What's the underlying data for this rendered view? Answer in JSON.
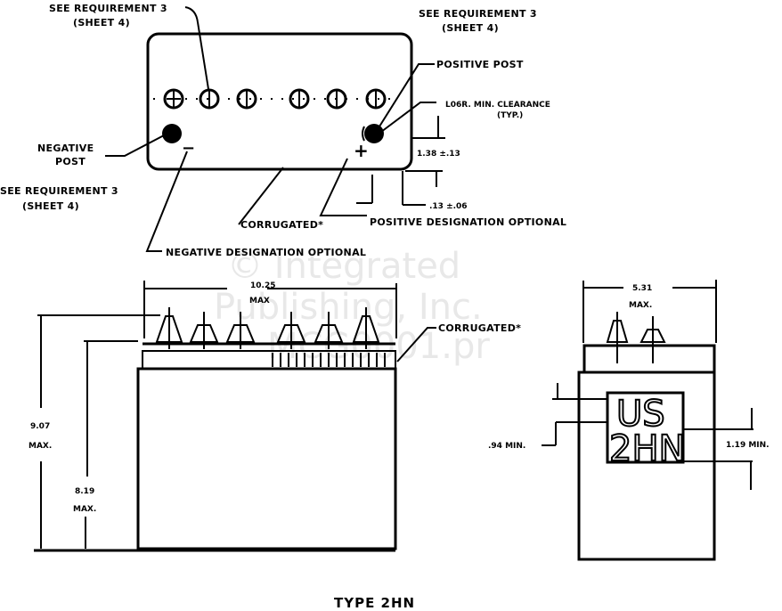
{
  "title": "TYPE 2HN",
  "watermark": {
    "line1": "© Integrated",
    "line2": "Publishing, Inc.",
    "line3": "MCG0001.pr"
  },
  "top_view": {
    "see_req_top_left": {
      "line1": "SEE REQUIREMENT 3",
      "line2": "(SHEET 4)"
    },
    "see_req_top_right": {
      "line1": "SEE REQUIREMENT 3",
      "line2": "(SHEET 4)"
    },
    "see_req_left": {
      "line1": "SEE REQUIREMENT 3",
      "line2": "(SHEET 4)"
    },
    "positive_post": "POSITIVE POST",
    "negative_post": {
      "line1": "NEGATIVE",
      "line2": "POST"
    },
    "clearance": {
      "line1": "L06R. MIN. CLEARANCE",
      "line2": "(TYP.)"
    },
    "dim_height": "1.38 ±.13",
    "dim_offset": ".13 ±.06",
    "positive_designation": "POSITIVE DESIGNATION OPTIONAL",
    "negative_designation": "NEGATIVE DESIGNATION OPTIONAL",
    "corrugated": "CORRUGATED*",
    "negative_symbol": "−",
    "positive_symbol": "+"
  },
  "side_view": {
    "width_dim": "10.25",
    "width_max": "MAX",
    "corrugated": "CORRUGATED*",
    "overall_height": {
      "value": "9.07",
      "max": "MAX."
    },
    "body_height": {
      "value": "8.19",
      "max": "MAX."
    }
  },
  "end_view": {
    "width_dim": "5.31",
    "width_max": "MAX.",
    "marking_line1": "US",
    "marking_line2": "2HN",
    "left_dim": ".94 MIN.",
    "right_dim": "1.19 MIN."
  }
}
